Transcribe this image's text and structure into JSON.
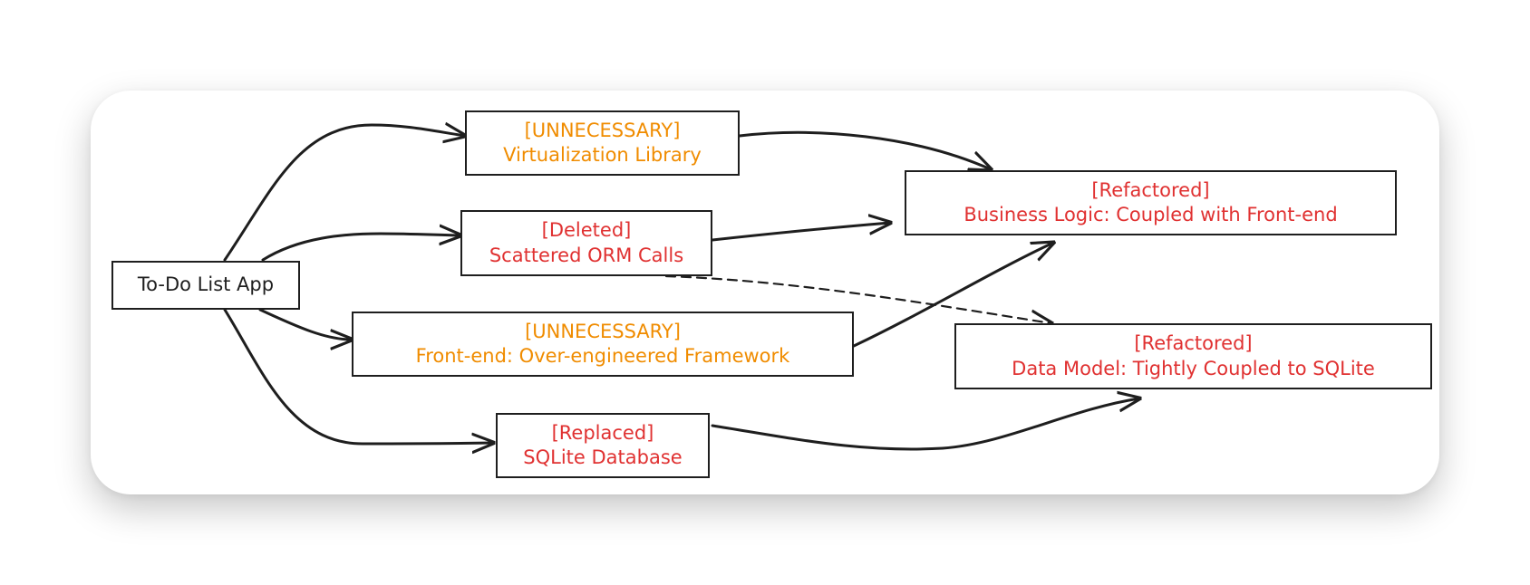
{
  "colors": {
    "warning": "#f08c00",
    "danger": "#e03131",
    "ink": "#1e1e1e"
  },
  "nodes": {
    "app": {
      "label": "To-Do List App"
    },
    "virtualization": {
      "tag": "[UNNECESSARY]",
      "label": "Virtualization Library"
    },
    "orm": {
      "tag": "[Deleted]",
      "label": "Scattered ORM Calls"
    },
    "frontend": {
      "tag": "[UNNECESSARY]",
      "label": "Front-end: Over-engineered Framework"
    },
    "sqlite": {
      "tag": "[Replaced]",
      "label": "SQLite Database"
    },
    "business": {
      "tag": "[Refactored]",
      "label": "Business Logic: Coupled with Front-end"
    },
    "datamodel": {
      "tag": "[Refactored]",
      "label": "Data Model: Tightly Coupled to SQLite"
    }
  }
}
